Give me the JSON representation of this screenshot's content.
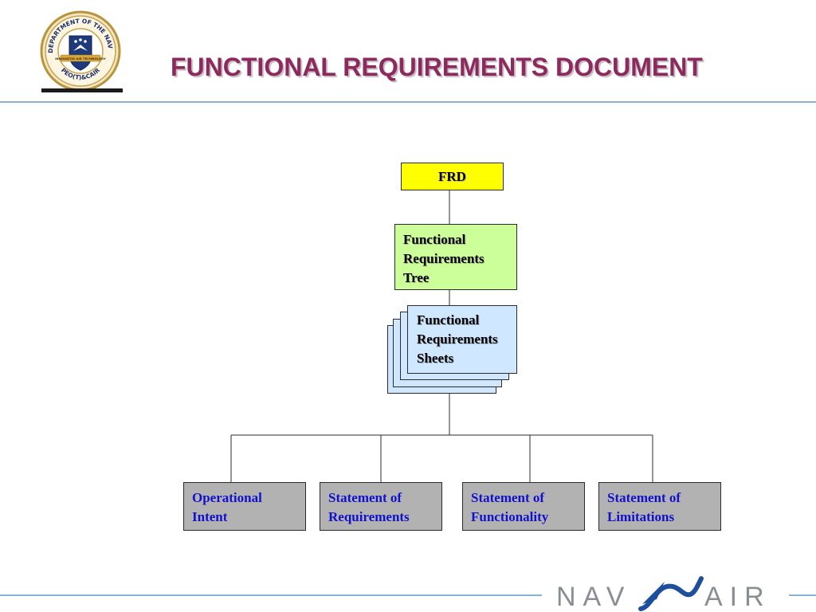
{
  "header": {
    "title": "FUNCTIONAL REQUIREMENTS DOCUMENT",
    "seal_text": {
      "ring_top": "DEPARTMENT OF THE NAVY",
      "ring_bottom": "PEO(T)&CAIR",
      "banner": "INNOVATOR AIR TECHNOLOGY"
    }
  },
  "diagram": {
    "root": "FRD",
    "tree": [
      "Functional",
      "Requirements",
      "Tree"
    ],
    "sheets": [
      "Functional",
      "Requirements",
      "Sheets"
    ],
    "leaves": [
      [
        "Operational",
        "Intent"
      ],
      [
        "Statement of",
        "Requirements"
      ],
      [
        "Statement of",
        "Functionality"
      ],
      [
        "Statement of",
        "Limitations"
      ]
    ]
  },
  "footer": {
    "logo": {
      "left": "NAV",
      "right": "AIR"
    }
  },
  "colors": {
    "title": "#8c2a5e",
    "frd_fill": "#ffff00",
    "tree_fill": "#ccff99",
    "sheets_fill": "#cfe7ff",
    "leaf_fill": "#b2b2b2",
    "leaf_text": "#1111cc",
    "rule": "#8fb2d2",
    "logo_gray": "#8a8d92",
    "logo_blue": "#1e4f9c"
  }
}
